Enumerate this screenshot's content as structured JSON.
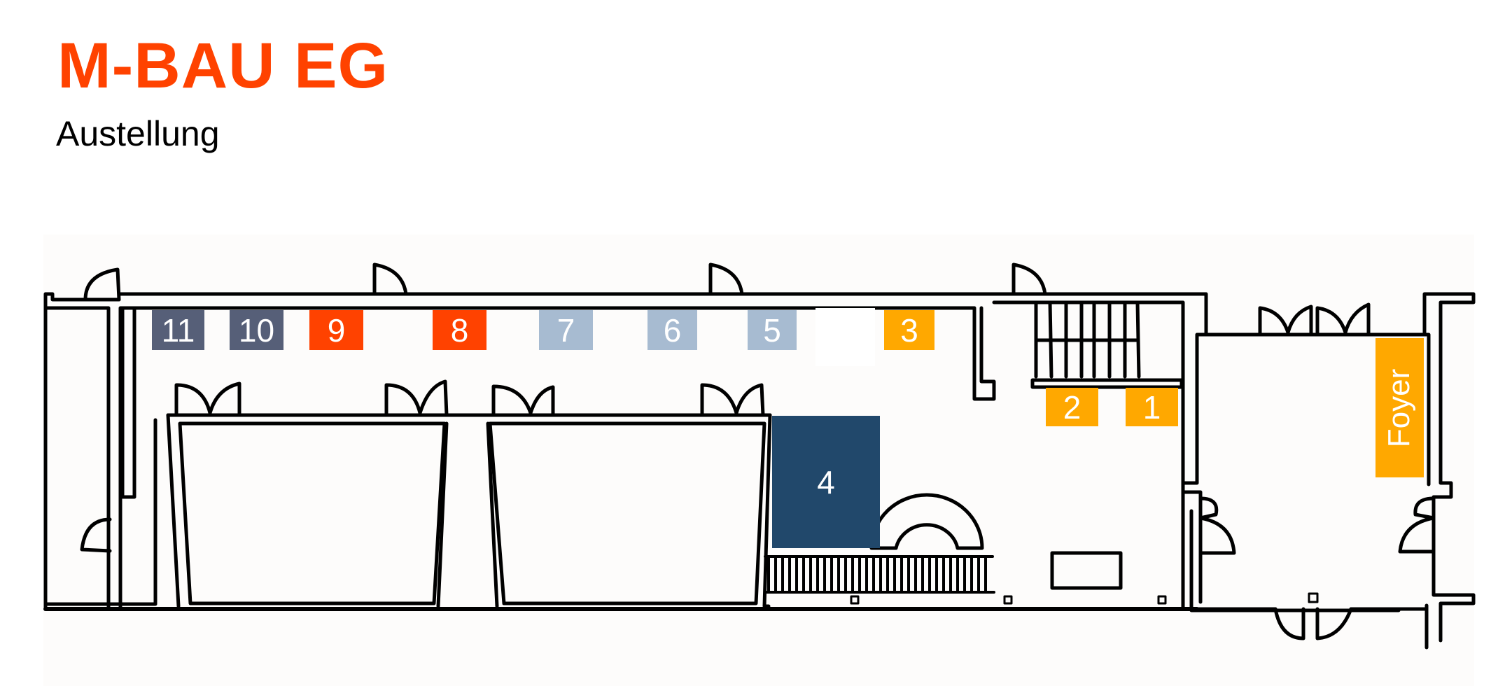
{
  "header": {
    "title": "M-BAU EG",
    "subtitle": "Austellung"
  },
  "colors": {
    "title": "#ff4200",
    "orange": "#ffa800",
    "red": "#ff4200",
    "slate": "#565f78",
    "light_blue": "#a7bbd1",
    "navy": "#21486b",
    "wall": "#000000",
    "plan_background": "#fdfcfb"
  },
  "booths": [
    {
      "label": "11",
      "color": "#565f78"
    },
    {
      "label": "10",
      "color": "#565f78"
    },
    {
      "label": "9",
      "color": "#ff4200"
    },
    {
      "label": "8",
      "color": "#ff4200"
    },
    {
      "label": "7",
      "color": "#a7bbd1"
    },
    {
      "label": "6",
      "color": "#a7bbd1"
    },
    {
      "label": "5",
      "color": "#a7bbd1"
    },
    {
      "label": "3",
      "color": "#ffa800"
    },
    {
      "label": "2",
      "color": "#ffa800"
    },
    {
      "label": "1",
      "color": "#ffa800"
    },
    {
      "label": "4",
      "color": "#21486b"
    },
    {
      "label": "Foyer",
      "color": "#ffa800"
    }
  ]
}
